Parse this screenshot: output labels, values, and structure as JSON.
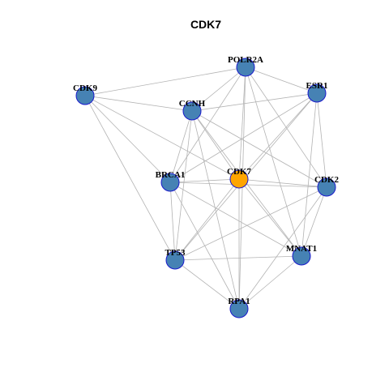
{
  "title": "CDK7",
  "colors": {
    "default_node": "#4682b4",
    "focus_node": "#ffa500",
    "node_border": "#1a1acc",
    "edge": "#b3b3b3"
  },
  "focus": "CDK7",
  "nodes": [
    "POLR2A",
    "CDK9",
    "ESR1",
    "CCNH",
    "BRCA1",
    "CDK7",
    "CDK2",
    "TP53",
    "MNAT1",
    "RPA1"
  ],
  "edges": [
    [
      "POLR2A",
      "CDK9"
    ],
    [
      "POLR2A",
      "ESR1"
    ],
    [
      "POLR2A",
      "CCNH"
    ],
    [
      "POLR2A",
      "BRCA1"
    ],
    [
      "POLR2A",
      "CDK7"
    ],
    [
      "POLR2A",
      "CDK2"
    ],
    [
      "POLR2A",
      "MNAT1"
    ],
    [
      "POLR2A",
      "RPA1"
    ],
    [
      "CDK9",
      "CCNH"
    ],
    [
      "CDK9",
      "CDK7"
    ],
    [
      "CDK9",
      "BRCA1"
    ],
    [
      "CDK9",
      "TP53"
    ],
    [
      "ESR1",
      "CCNH"
    ],
    [
      "ESR1",
      "CDK7"
    ],
    [
      "ESR1",
      "BRCA1"
    ],
    [
      "ESR1",
      "CDK2"
    ],
    [
      "ESR1",
      "TP53"
    ],
    [
      "ESR1",
      "MNAT1"
    ],
    [
      "CCNH",
      "CDK7"
    ],
    [
      "CCNH",
      "BRCA1"
    ],
    [
      "CCNH",
      "CDK2"
    ],
    [
      "CCNH",
      "TP53"
    ],
    [
      "CCNH",
      "MNAT1"
    ],
    [
      "CCNH",
      "RPA1"
    ],
    [
      "BRCA1",
      "CDK7"
    ],
    [
      "BRCA1",
      "CDK2"
    ],
    [
      "BRCA1",
      "TP53"
    ],
    [
      "BRCA1",
      "MNAT1"
    ],
    [
      "BRCA1",
      "RPA1"
    ],
    [
      "CDK7",
      "CDK2"
    ],
    [
      "CDK7",
      "TP53"
    ],
    [
      "CDK7",
      "MNAT1"
    ],
    [
      "CDK7",
      "RPA1"
    ],
    [
      "CDK2",
      "TP53"
    ],
    [
      "CDK2",
      "MNAT1"
    ],
    [
      "CDK2",
      "RPA1"
    ],
    [
      "TP53",
      "MNAT1"
    ],
    [
      "TP53",
      "RPA1"
    ],
    [
      "MNAT1",
      "RPA1"
    ]
  ]
}
